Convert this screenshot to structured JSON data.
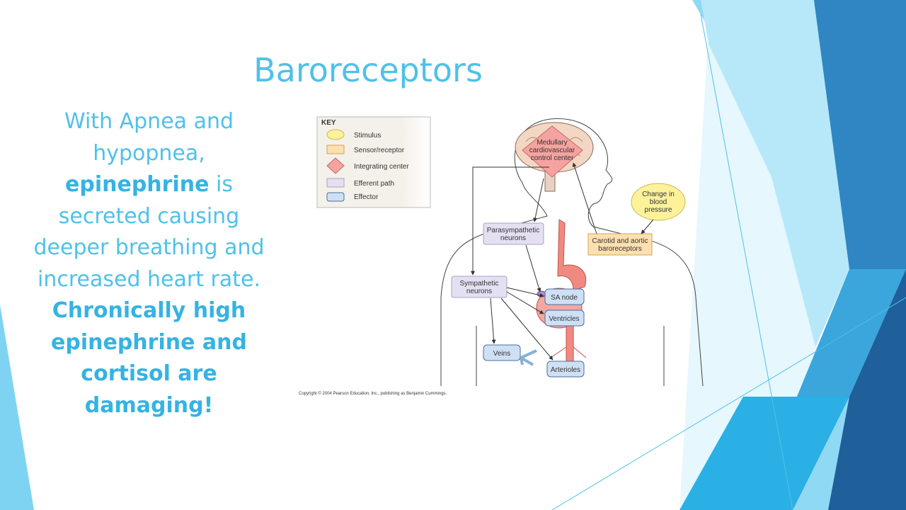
{
  "slide": {
    "title": "Baroreceptors",
    "body": {
      "line1": "With Apnea and hypopnea,",
      "bold1": "epinephrine",
      "line2": " is secreted causing deeper breathing and increased heart rate.",
      "bold2": "Chronically high epinephrine and cortisol are damaging!"
    }
  },
  "figure": {
    "key": {
      "heading": "KEY",
      "items": [
        "Stimulus",
        "Sensor/receptor",
        "Integrating center",
        "Efferent path",
        "Effector"
      ]
    },
    "labels": {
      "medullary": [
        "Medullary",
        "cardiovascular",
        "control center"
      ],
      "stimulus": [
        "Change in",
        "blood",
        "pressure"
      ],
      "receptor": [
        "Carotid and aortic",
        "baroreceptors"
      ],
      "parasympathetic": [
        "Parasympathetic",
        "neurons"
      ],
      "sympathetic": [
        "Sympathetic",
        "neurons"
      ],
      "sa_node": "SA node",
      "ventricles": "Ventricles",
      "veins": "Veins",
      "arterioles": "Arterioles"
    },
    "copyright": "Copyright © 2004 Pearson Education, Inc., publishing as Benjamin Cummings."
  },
  "colors": {
    "accent": "#4fc1e9",
    "stimulus": "#fdf29a",
    "sensor": "#fde0b0",
    "integrating": "#f5a3a0",
    "efferent": "#e4e0f2",
    "effector": "#cfe0f5"
  }
}
